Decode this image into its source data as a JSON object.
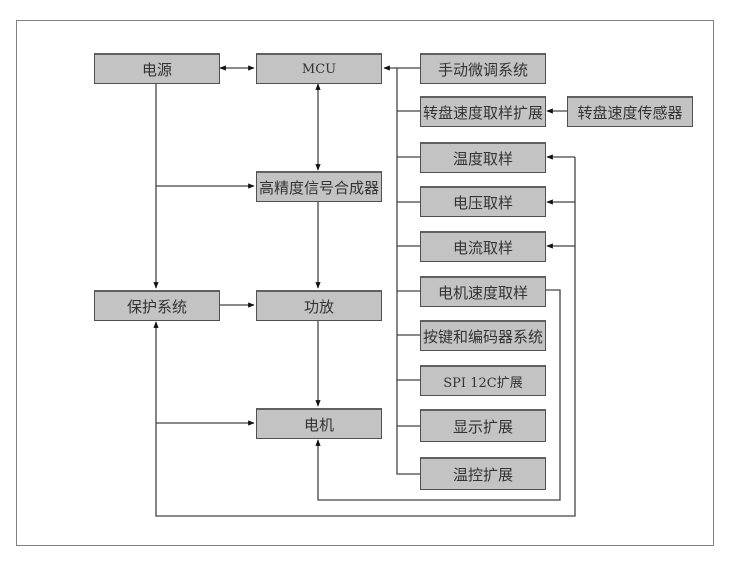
{
  "diagram": {
    "type": "block-diagram",
    "colors": {
      "box_fill": "#c3c3c3",
      "box_border": "#505050",
      "line": "#444444",
      "frame": "#808080"
    },
    "nodes": {
      "power": "电源",
      "mcu": "MCU",
      "synth": "高精度信号合成器",
      "protect": "保护系统",
      "amp": "功放",
      "motor": "电机",
      "manual_adjust": "手动微调系统",
      "turntable_ext": "转盘速度取样扩展",
      "turntable_sensor": "转盘速度传感器",
      "temp_sample": "温度取样",
      "voltage_sample": "电压取样",
      "current_sample": "电流取样",
      "motor_speed_sample": "电机速度取样",
      "keys_encoder": "按键和编码器系统",
      "spi_i2c": "SPI 12C扩展",
      "display_ext": "显示扩展",
      "temp_ctrl_ext": "温控扩展"
    },
    "edges": [
      {
        "from": "power",
        "to": "mcu",
        "bidirectional": true
      },
      {
        "from": "mcu",
        "to": "synth",
        "bidirectional": true
      },
      {
        "from": "power",
        "to": "synth"
      },
      {
        "from": "power",
        "to": "protect"
      },
      {
        "from": "protect",
        "to": "amp"
      },
      {
        "from": "synth",
        "to": "amp"
      },
      {
        "from": "amp",
        "to": "motor"
      },
      {
        "from": "protect",
        "to": "motor"
      },
      {
        "from": "peripheral-bus",
        "to": "mcu"
      },
      {
        "from": "turntable_sensor",
        "to": "turntable_ext"
      },
      {
        "from": "protect-loop",
        "to": "temp_sample"
      },
      {
        "from": "protect-loop",
        "to": "voltage_sample"
      },
      {
        "from": "protect-loop",
        "to": "current_sample"
      },
      {
        "from": "protect-loop",
        "to": "protect"
      },
      {
        "from": "motor_speed_sample",
        "to": "motor"
      }
    ]
  }
}
